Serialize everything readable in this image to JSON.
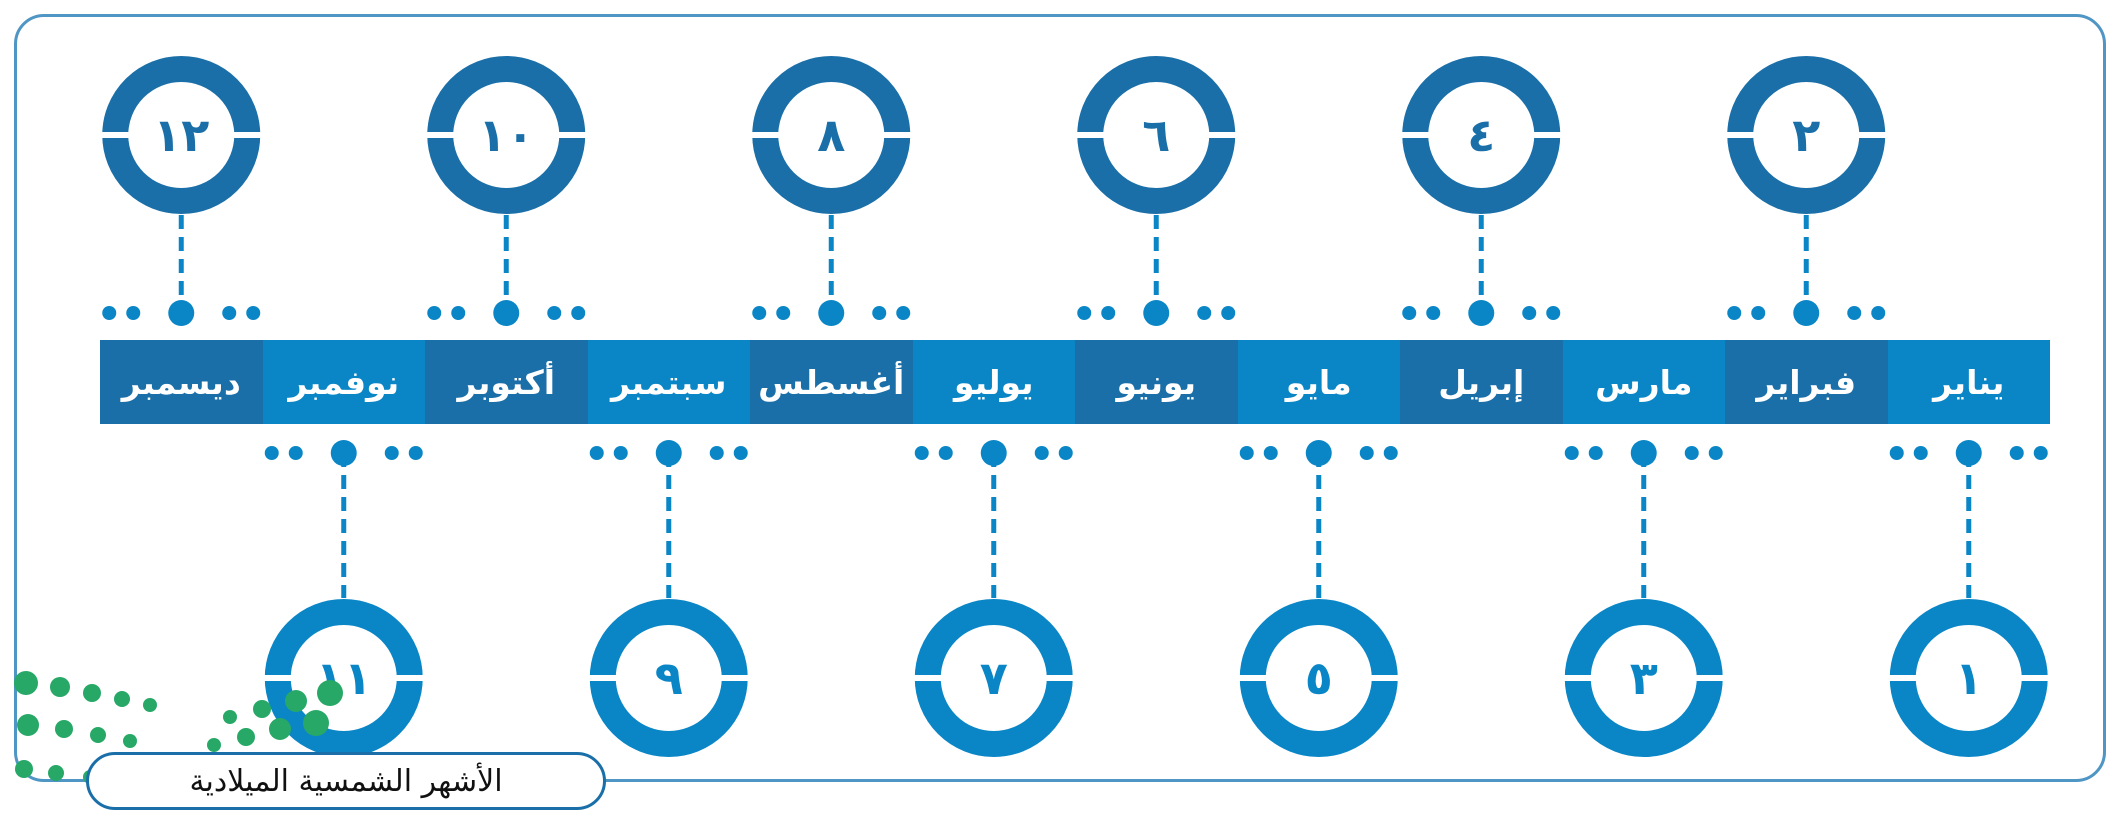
{
  "title": "الأشهر الشمسية الميلادية",
  "months": [
    {
      "name": "يناير",
      "number": "١"
    },
    {
      "name": "فبراير",
      "number": "٢"
    },
    {
      "name": "مارس",
      "number": "٣"
    },
    {
      "name": "إبريل",
      "number": "٤"
    },
    {
      "name": "مايو",
      "number": "٥"
    },
    {
      "name": "يونيو",
      "number": "٦"
    },
    {
      "name": "يوليو",
      "number": "٧"
    },
    {
      "name": "أغسطس",
      "number": "٨"
    },
    {
      "name": "سبتمبر",
      "number": "٩"
    },
    {
      "name": "أكتوبر",
      "number": "١٠"
    },
    {
      "name": "نوفمبر",
      "number": "١١"
    },
    {
      "name": "ديسمبر",
      "number": "١٢"
    }
  ],
  "colors": {
    "blue_light": "#0a86c6",
    "blue_dark": "#1a6fa8",
    "frame": "#4f96c4",
    "green": "#27a867"
  }
}
